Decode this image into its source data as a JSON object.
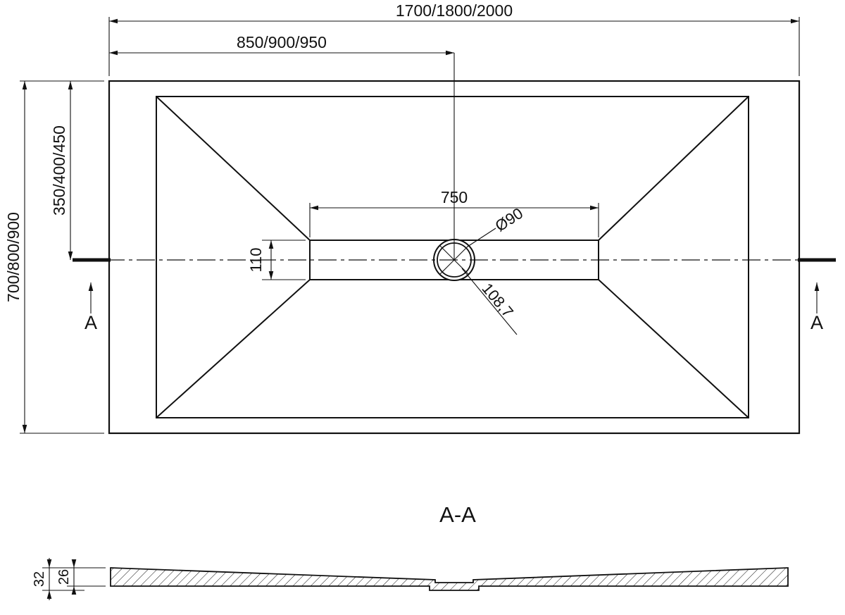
{
  "drawing": {
    "top_view": {
      "dims": {
        "overall_width": "1700/1800/2000",
        "center_width": "850/900/950",
        "overall_depth": "700/800/900",
        "center_depth": "350/400/450",
        "channel_length": "750",
        "channel_width": "110",
        "drain_diameter": "Ø90",
        "drain_note": "108,7"
      },
      "section_marker_left": "A",
      "section_marker_right": "A"
    },
    "section_view": {
      "title": "A-A",
      "dims": {
        "total_height": "32",
        "edge_height": "26"
      }
    },
    "colors": {
      "line": "#111111",
      "background": "#ffffff"
    }
  }
}
